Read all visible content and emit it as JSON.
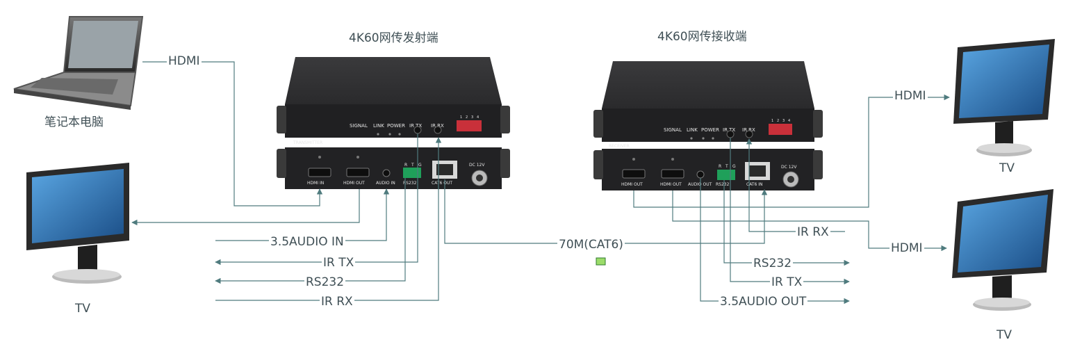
{
  "titles": {
    "transmitter": "4K60网传发射端",
    "receiver": "4K60网传接收端"
  },
  "devices": {
    "transmitter": {
      "front_model": "TRANSMITTER",
      "front_labels": [
        "SIGNAL",
        "LINK",
        "POWER",
        "IR TX",
        "IR RX"
      ],
      "dip_numbers": [
        "1",
        "2",
        "3",
        "4"
      ],
      "rear_ports": [
        "HDMI IN",
        "HDMI OUT",
        "AUDIO IN",
        "RS232",
        "CAT6 OUT",
        "DC 12V"
      ],
      "terminal_pins": [
        "R",
        "T",
        "G"
      ]
    },
    "receiver": {
      "front_model": "RECEIVER",
      "front_labels": [
        "SIGNAL",
        "LINK",
        "POWER",
        "IR TX",
        "IR RX"
      ],
      "dip_numbers": [
        "1",
        "2",
        "3",
        "4"
      ],
      "rear_ports": [
        "HDMI OUT",
        "HDMI OUT",
        "AUDIO OUT",
        "RS232",
        "CAT6 IN",
        "DC 12V"
      ],
      "terminal_pins": [
        "R",
        "T",
        "G"
      ]
    }
  },
  "labels": {
    "laptop_caption": "笔记本电脑",
    "tv_left": "TV",
    "tv_right_top": "TV",
    "tv_right_bottom": "TV",
    "hdmi_laptop": "HDMI",
    "audio_in": "3.5AUDIO  IN",
    "ir_tx_left": "IR TX",
    "rs232_left": "RS232",
    "ir_rx_left": "IR RX",
    "cat6": "70M(CAT6)",
    "hdmi_right_top": "HDMI",
    "hdmi_right_bottom": "HDMI",
    "ir_rx_right": "IR RX",
    "rs232_right": "RS232",
    "ir_tx_right": "IR TX",
    "audio_out": "3.5AUDIO OUT"
  },
  "colors": {
    "wire": "#4f7b7e",
    "text": "#3f4f55",
    "device_body": "#2d2d2f",
    "screen": "#2a6fb0"
  }
}
